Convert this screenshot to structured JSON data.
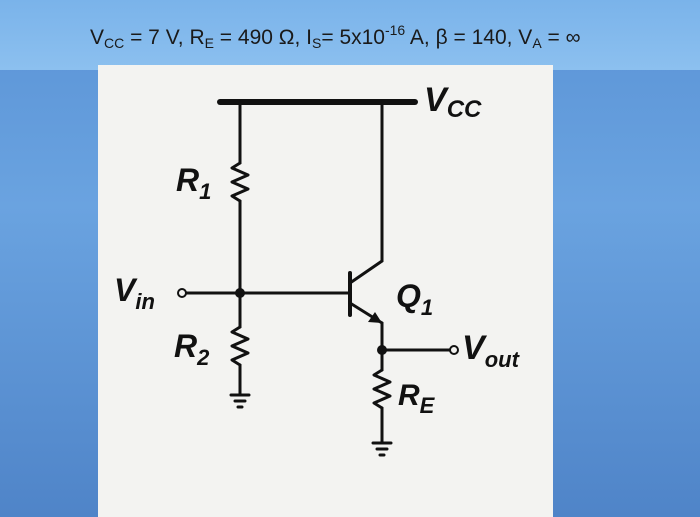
{
  "header": {
    "vcc_sym": "V",
    "vcc_sub": "CC",
    "vcc_val": " = 7 V, ",
    "re_sym": "R",
    "re_sub": "E",
    "re_val": " = 490 Ω, ",
    "is_sym": "I",
    "is_sub": "S",
    "is_val": "= 5x10",
    "is_exp": "-16",
    "is_unit": " A, β = 140, ",
    "va_sym": "V",
    "va_sub": "A",
    "va_val": " = ∞"
  },
  "circuit": {
    "vcc_label": "V",
    "vcc_label_sub": "CC",
    "r1_label": "R",
    "r1_sub": "1",
    "r2_label": "R",
    "r2_sub": "2",
    "re_label": "R",
    "re_sub": "E",
    "vin_label": "V",
    "vin_sub": "in",
    "vout_label": "V",
    "vout_sub": "out",
    "q1_label": "Q",
    "q1_sub": "1"
  },
  "colors": {
    "wire": "#111111",
    "panel": "#f3f3f1",
    "header": "#8cc0ef"
  }
}
